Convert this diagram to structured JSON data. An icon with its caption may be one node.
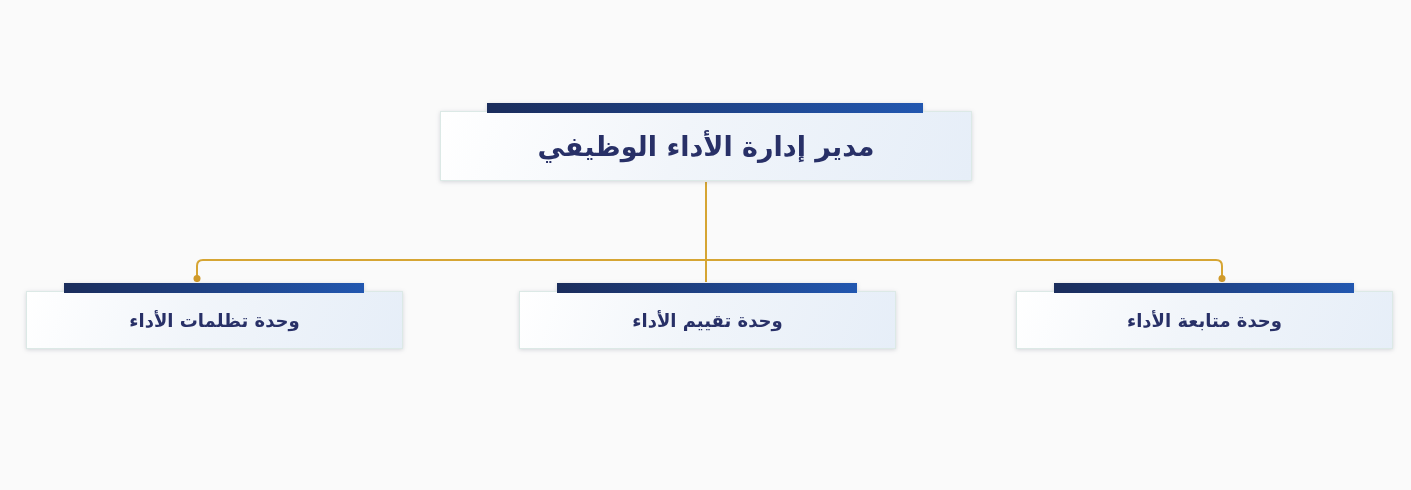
{
  "diagram": {
    "nodes": [
      {
        "text": [
          "مدير إدارة الأداء الوظيفي"
        ]
      },
      {
        "text": [
          "وحدة متابعة الأداء"
        ]
      },
      {
        "text": [
          "وحدة تقييم الأداء"
        ]
      },
      {
        "text": [
          "وحدة تظلمات الأداء"
        ]
      }
    ],
    "edges": [
      {
        "from": 0,
        "to": 1,
        "arrow": "other"
      },
      {
        "from": 0,
        "to": 2,
        "arrow": "none"
      },
      {
        "from": 0,
        "to": 3,
        "arrow": "other"
      }
    ]
  }
}
